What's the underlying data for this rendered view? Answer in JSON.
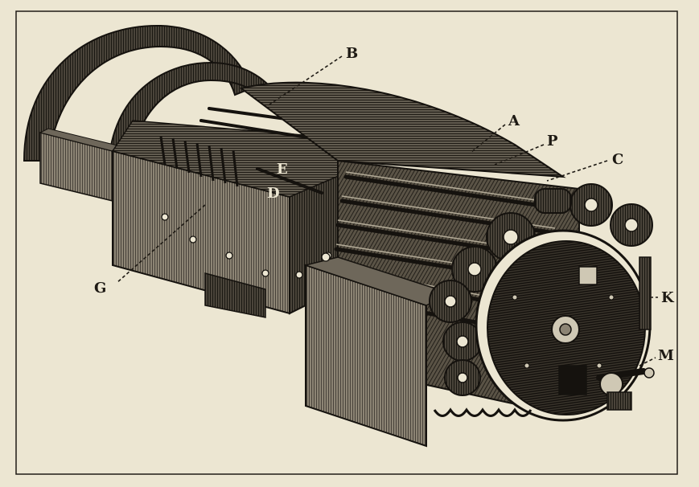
{
  "colors": {
    "paper": "#ece6d2",
    "ink": "#1e1a14",
    "metal_dark": "#2a2620",
    "metal_mid": "#4a443a",
    "metal_light": "#8c8474"
  },
  "labels": [
    {
      "id": "B",
      "text": "B"
    },
    {
      "id": "A",
      "text": "A"
    },
    {
      "id": "P",
      "text": "P"
    },
    {
      "id": "C",
      "text": "C"
    },
    {
      "id": "E",
      "text": "E"
    },
    {
      "id": "D",
      "text": "D"
    },
    {
      "id": "G",
      "text": "G"
    },
    {
      "id": "K",
      "text": "K"
    },
    {
      "id": "M",
      "text": "M"
    }
  ]
}
